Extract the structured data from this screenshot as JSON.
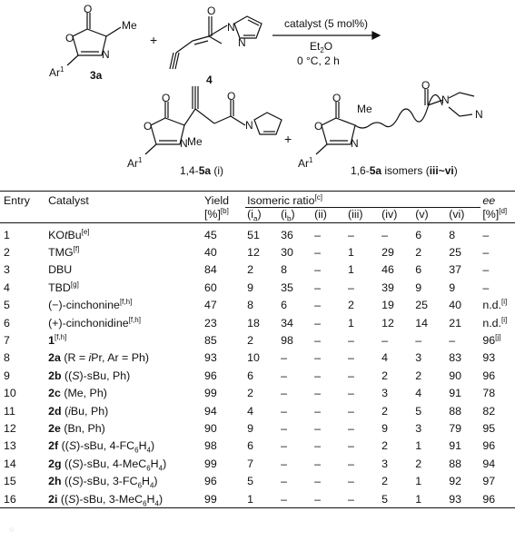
{
  "scheme": {
    "reactant1_label": "3a",
    "reactant1_substituent": "Me",
    "aryl_label": "Ar",
    "aryl_sup": "1",
    "plus": "+",
    "reactant2_label": "4",
    "condition_catalyst": "catalyst (5 mol%)",
    "condition_solvent": "Et",
    "condition_solvent_sub": "2",
    "condition_solvent_tail": "O",
    "condition_temp": "0 °C, 2 h",
    "product1_label": "1,4-",
    "product1_bold": "5a",
    "product1_tail": " (i)",
    "product2_label": "1,6-",
    "product2_bold": "5a",
    "product2_tail": " isomers (",
    "product2_range": "iii~vi",
    "product2_close": ")",
    "me_label": "Me"
  },
  "table": {
    "headers": {
      "entry": "Entry",
      "catalyst": "Catalyst",
      "yield": "Yield",
      "yield_unit": "[%]",
      "yield_sup": "[b]",
      "ratio": "Isomeric ratio",
      "ratio_sup": "[c]",
      "ee": "ee",
      "ee_unit": "[%]",
      "ee_sup": "[d]",
      "cols": [
        "(i",
        "(i",
        "(ii)",
        "(iii)",
        "(iv)",
        "(v)",
        "(vi)"
      ],
      "col_subs": [
        "a",
        "b",
        "",
        "",
        "",
        "",
        ""
      ],
      "col_close": [
        ")",
        ")",
        "",
        "",
        "",
        "",
        ""
      ]
    },
    "rows": [
      {
        "entry": "1",
        "cat": "KO",
        "cat_it": "t",
        "cat_tail": "Bu",
        "cat_sup": "[e]",
        "yield": "45",
        "ia": "51",
        "ib": "36",
        "ii": "–",
        "iii": "–",
        "iv": "–",
        "v": "6",
        "vi": "8",
        "ee": "–"
      },
      {
        "entry": "2",
        "cat": "TMG",
        "cat_sup": "[f]",
        "yield": "40",
        "ia": "12",
        "ib": "30",
        "ii": "–",
        "iii": "1",
        "iv": "29",
        "v": "2",
        "vi": "25",
        "ee": "–"
      },
      {
        "entry": "3",
        "cat": "DBU",
        "yield": "84",
        "ia": "2",
        "ib": "8",
        "ii": "–",
        "iii": "1",
        "iv": "46",
        "v": "6",
        "vi": "37",
        "ee": "–"
      },
      {
        "entry": "4",
        "cat": "TBD",
        "cat_sup": "[g]",
        "yield": "60",
        "ia": "9",
        "ib": "35",
        "ii": "–",
        "iii": "–",
        "iv": "39",
        "v": "9",
        "vi": "9",
        "ee": "–"
      },
      {
        "entry": "5",
        "cat": "(−)-cinchonine",
        "cat_sup": "[f,h]",
        "yield": "47",
        "ia": "8",
        "ib": "6",
        "ii": "–",
        "iii": "2",
        "iv": "19",
        "v": "25",
        "vi": "40",
        "ee": "n.d.",
        "ee_sup": "[i]"
      },
      {
        "entry": "6",
        "cat": "(+)-cinchonidine",
        "cat_sup": "[f,h]",
        "yield": "23",
        "ia": "18",
        "ib": "34",
        "ii": "–",
        "iii": "1",
        "iv": "12",
        "v": "14",
        "vi": "21",
        "ee": "n.d.",
        "ee_sup": "[i]"
      },
      {
        "entry": "7",
        "cat_bold": "1",
        "cat_sup": "[f,h]",
        "yield": "85",
        "ia": "2",
        "ib": "98",
        "ii": "–",
        "iii": "–",
        "iv": "–",
        "v": "–",
        "vi": "–",
        "ee": "96",
        "ee_sup": "[j]"
      },
      {
        "entry": "8",
        "cat_bold": "2a",
        "cat": " (R = ",
        "cat_it": "i",
        "cat_tail": "Pr, Ar = Ph)",
        "yield": "93",
        "ia": "10",
        "ib": "–",
        "ii": "–",
        "iii": "–",
        "iv": "4",
        "v": "3",
        "vi": "83",
        "ee": "93"
      },
      {
        "entry": "9",
        "cat_bold": "2b",
        "cat": " ((",
        "cat_it": "S",
        "cat_tail": ")-sBu, Ph)",
        "yield": "96",
        "ia": "6",
        "ib": "–",
        "ii": "–",
        "iii": "–",
        "iv": "2",
        "v": "2",
        "vi": "90",
        "ee": "96"
      },
      {
        "entry": "10",
        "cat_bold": "2c",
        "cat": " (Me, Ph)",
        "yield": "99",
        "ia": "2",
        "ib": "–",
        "ii": "–",
        "iii": "–",
        "iv": "3",
        "v": "4",
        "vi": "91",
        "ee": "78"
      },
      {
        "entry": "11",
        "cat_bold": "2d",
        "cat": " (",
        "cat_it": "i",
        "cat_tail": "Bu, Ph)",
        "yield": "94",
        "ia": "4",
        "ib": "–",
        "ii": "–",
        "iii": "–",
        "iv": "2",
        "v": "5",
        "vi": "88",
        "ee": "82"
      },
      {
        "entry": "12",
        "cat_bold": "2e",
        "cat": " (Bn, Ph)",
        "yield": "90",
        "ia": "9",
        "ib": "–",
        "ii": "–",
        "iii": "–",
        "iv": "9",
        "v": "3",
        "vi": "79",
        "ee": "95"
      },
      {
        "entry": "13",
        "cat_bold": "2f",
        "cat": " ((",
        "cat_it": "S",
        "cat_tail": ")-sBu, 4-FC",
        "sub1": "6",
        "tail2": "H",
        "sub2": "4",
        "tail3": ")",
        "yield": "98",
        "ia": "6",
        "ib": "–",
        "ii": "–",
        "iii": "–",
        "iv": "2",
        "v": "1",
        "vi": "91",
        "ee": "96"
      },
      {
        "entry": "14",
        "cat_bold": "2g",
        "cat": " ((",
        "cat_it": "S",
        "cat_tail": ")-sBu, 4-MeC",
        "sub1": "6",
        "tail2": "H",
        "sub2": "4",
        "tail3": ")",
        "yield": "99",
        "ia": "7",
        "ib": "–",
        "ii": "–",
        "iii": "–",
        "iv": "3",
        "v": "2",
        "vi": "88",
        "ee": "94"
      },
      {
        "entry": "15",
        "cat_bold": "2h",
        "cat": " ((",
        "cat_it": "S",
        "cat_tail": ")-sBu, 3-FC",
        "sub1": "6",
        "tail2": "H",
        "sub2": "4",
        "tail3": ")",
        "yield": "96",
        "ia": "5",
        "ib": "–",
        "ii": "–",
        "iii": "–",
        "iv": "2",
        "v": "1",
        "vi": "92",
        "ee": "97"
      },
      {
        "entry": "16",
        "cat_bold": "2i",
        "cat": " ((",
        "cat_it": "S",
        "cat_tail": ")-sBu, 3-MeC",
        "sub1": "6",
        "tail2": "H",
        "sub2": "4",
        "tail3": ")",
        "yield": "99",
        "ia": "1",
        "ib": "–",
        "ii": "–",
        "iii": "–",
        "iv": "5",
        "v": "1",
        "vi": "93",
        "ee": "96"
      }
    ]
  }
}
